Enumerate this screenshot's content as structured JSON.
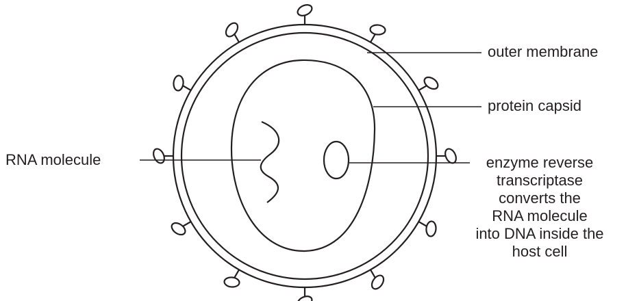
{
  "labels": {
    "outer_membrane": "outer membrane",
    "protein_capsid": "protein capsid",
    "rna_molecule": "RNA molecule",
    "enzyme_lines": [
      "enzyme reverse",
      "transcriptase",
      "converts the",
      "RNA molecule",
      "into DNA inside the",
      "host cell"
    ]
  },
  "colors": {
    "ink": "#231f20",
    "background": "#ffffff"
  }
}
